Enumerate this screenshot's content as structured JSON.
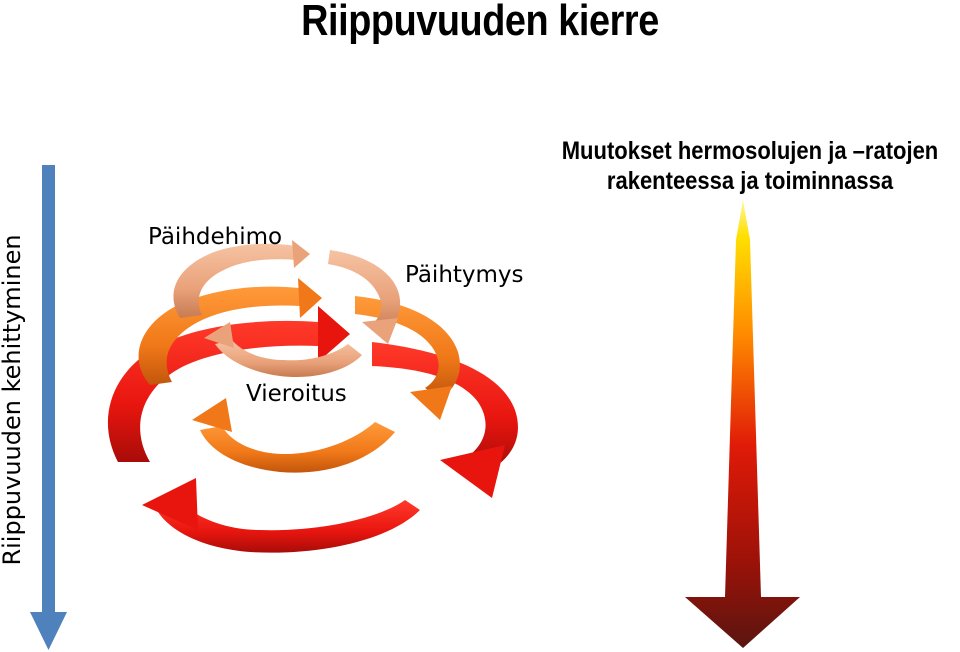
{
  "title": "Riippuvuuden kierre",
  "right_caption": {
    "line1": "Muutokset hermosolujen ja –ratojen",
    "line2": "rakenteessa ja toiminnassa"
  },
  "left_axis_label": "Riippuvuuden kehittyminen",
  "cycle_labels": {
    "craving": "Päihdehimo",
    "intoxication": "Päihtymys",
    "withdrawal": "Vieroitus"
  },
  "colors": {
    "left_arrow": "#4f81bd",
    "outer_cycle": "#e8150f",
    "middle_cycle": "#f07818",
    "inner_cycle": "#e9a27a",
    "right_arrow_top": "#ffe000",
    "right_arrow_bottom": "#5a1510"
  }
}
